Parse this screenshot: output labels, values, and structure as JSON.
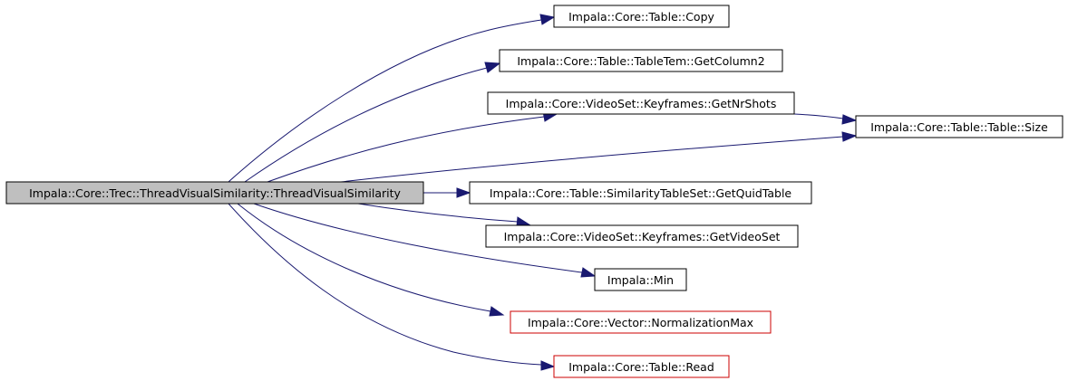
{
  "colors": {
    "edge": "#191970",
    "root_fill": "#bfbfbf",
    "node_fill": "#ffffff",
    "node_border": "#000000",
    "undocumented_border": "#cc0000"
  },
  "root": {
    "label": "Impala::Core::Trec::ThreadVisualSimilarity::ThreadVisualSimilarity"
  },
  "nodes": [
    {
      "label": "Impala::Core::Table::Copy",
      "style": "normal"
    },
    {
      "label": "Impala::Core::Table::TableTem::GetColumn2",
      "style": "normal"
    },
    {
      "label": "Impala::Core::VideoSet::Keyframes::GetNrShots",
      "style": "normal"
    },
    {
      "label": "Impala::Core::Table::Table::Size",
      "style": "normal"
    },
    {
      "label": "Impala::Core::Table::SimilarityTableSet::GetQuidTable",
      "style": "normal"
    },
    {
      "label": "Impala::Core::VideoSet::Keyframes::GetVideoSet",
      "style": "normal"
    },
    {
      "label": "Impala::Min",
      "style": "normal"
    },
    {
      "label": "Impala::Core::Vector::NormalizationMax",
      "style": "undocumented"
    },
    {
      "label": "Impala::Core::Table::Read",
      "style": "undocumented"
    }
  ]
}
